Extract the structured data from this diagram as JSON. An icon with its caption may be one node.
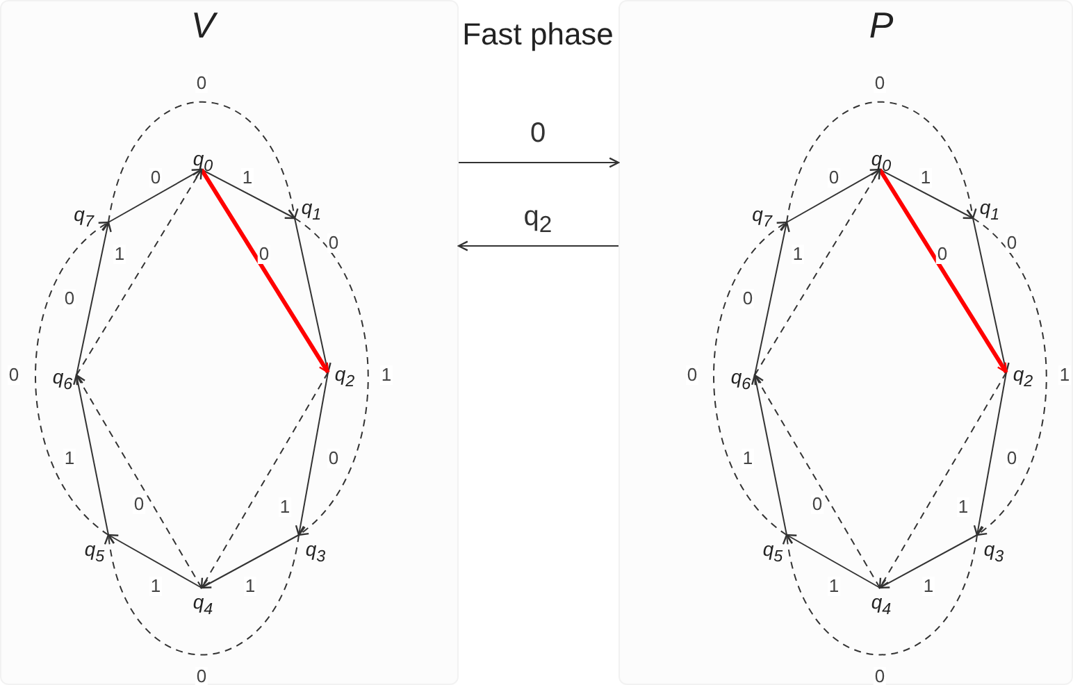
{
  "diagram": {
    "title": "Fast phase",
    "nodes": [
      {
        "text": [
          "V"
        ]
      },
      {
        "text": [
          "q$_{0}$"
        ],
        "in": 0
      },
      {
        "text": [
          "q$_{1}$"
        ],
        "in": 0
      },
      {
        "text": [
          "q$_{2}$"
        ],
        "in": 0
      },
      {
        "text": [
          "q$_{3}$"
        ],
        "in": 0
      },
      {
        "text": [
          "q$_{4}$"
        ],
        "in": 0
      },
      {
        "text": [
          "q$_{5}$"
        ],
        "in": 0
      },
      {
        "text": [
          "q$_{6}$"
        ],
        "in": 0
      },
      {
        "text": [
          "q$_{7}$"
        ],
        "in": 0
      },
      {
        "text": [
          "P"
        ]
      },
      {
        "text": [
          "q$_{0}$"
        ],
        "in": 9
      },
      {
        "text": [
          "q$_{1}$"
        ],
        "in": 9
      },
      {
        "text": [
          "q$_{2}$"
        ],
        "in": 9
      },
      {
        "text": [
          "q$_{3}$"
        ],
        "in": 9
      },
      {
        "text": [
          "q$_{4}$"
        ],
        "in": 9
      },
      {
        "text": [
          "q$_{5}$"
        ],
        "in": 9
      },
      {
        "text": [
          "q$_{6}$"
        ],
        "in": 9
      },
      {
        "text": [
          "q$_{7}$"
        ],
        "in": 9
      }
    ],
    "edges": [
      {
        "from": 1,
        "to": 2,
        "arrow": "to",
        "label": "1"
      },
      {
        "from": 2,
        "to": 3,
        "arrow": "to",
        "label": "0"
      },
      {
        "from": 3,
        "to": 4,
        "arrow": "to",
        "label": "0"
      },
      {
        "from": 4,
        "to": 5,
        "arrow": "to",
        "label": "1"
      },
      {
        "from": 5,
        "to": 6,
        "arrow": "to",
        "label": "1"
      },
      {
        "from": 6,
        "to": 7,
        "arrow": "to",
        "label": "1"
      },
      {
        "from": 7,
        "to": 8,
        "arrow": "to",
        "label": "0"
      },
      {
        "from": 8,
        "to": 1,
        "arrow": "to",
        "label": "0"
      },
      {
        "from": 8,
        "to": 2,
        "arrow": "to",
        "label": "0",
        "style": "dashed"
      },
      {
        "from": 2,
        "to": 4,
        "arrow": "to",
        "label": "1",
        "style": "dashed"
      },
      {
        "from": 4,
        "to": 6,
        "arrow": "to",
        "label": "0",
        "style": "dashed"
      },
      {
        "from": 6,
        "to": 8,
        "arrow": "to",
        "label": "0",
        "style": "dashed"
      },
      {
        "from": 1,
        "to": 3,
        "arrow": "to",
        "label": "0",
        "style": "thick",
        "color": "#ff0000"
      },
      {
        "from": 3,
        "to": 5,
        "arrow": "to",
        "label": "1",
        "style": "dashed"
      },
      {
        "from": 5,
        "to": 7,
        "arrow": "to",
        "label": "0",
        "style": "dashed"
      },
      {
        "from": 7,
        "to": 1,
        "arrow": "to",
        "label": "1",
        "style": "dashed"
      },
      {
        "from": 10,
        "to": 11,
        "arrow": "to",
        "label": "1"
      },
      {
        "from": 11,
        "to": 12,
        "arrow": "to",
        "label": "0"
      },
      {
        "from": 12,
        "to": 13,
        "arrow": "to",
        "label": "0"
      },
      {
        "from": 13,
        "to": 14,
        "arrow": "to",
        "label": "1"
      },
      {
        "from": 14,
        "to": 15,
        "arrow": "to",
        "label": "1"
      },
      {
        "from": 15,
        "to": 16,
        "arrow": "to",
        "label": "1"
      },
      {
        "from": 16,
        "to": 17,
        "arrow": "to",
        "label": "0"
      },
      {
        "from": 17,
        "to": 10,
        "arrow": "to",
        "label": "0"
      },
      {
        "from": 17,
        "to": 11,
        "arrow": "to",
        "label": "0",
        "style": "dashed"
      },
      {
        "from": 11,
        "to": 13,
        "arrow": "to",
        "label": "1",
        "style": "dashed"
      },
      {
        "from": 13,
        "to": 15,
        "arrow": "to",
        "label": "0",
        "style": "dashed"
      },
      {
        "from": 15,
        "to": 17,
        "arrow": "to",
        "label": "0",
        "style": "dashed"
      },
      {
        "from": 10,
        "to": 12,
        "arrow": "to",
        "label": "0",
        "style": "thick",
        "color": "#ff0000"
      },
      {
        "from": 12,
        "to": 14,
        "arrow": "to",
        "label": "1",
        "style": "dashed"
      },
      {
        "from": 14,
        "to": 16,
        "arrow": "to",
        "label": "0",
        "style": "dashed"
      },
      {
        "from": 16,
        "to": 10,
        "arrow": "to",
        "label": "1",
        "style": "dashed"
      },
      {
        "from": 0,
        "to": 9,
        "arrow": "to",
        "label": "0"
      },
      {
        "from": 9,
        "to": 0,
        "arrow": "to",
        "label": "q$_{2}$"
      }
    ]
  }
}
